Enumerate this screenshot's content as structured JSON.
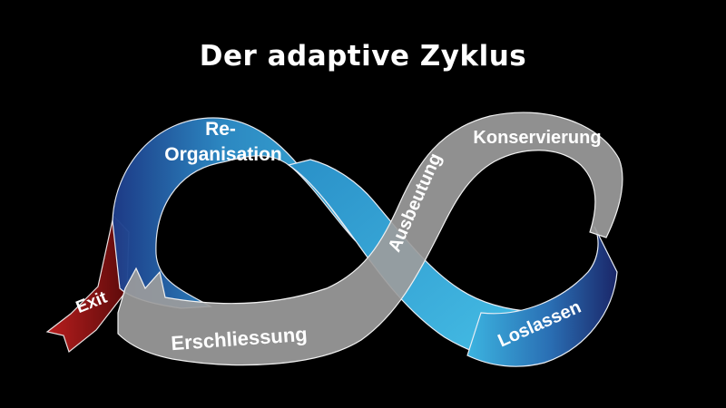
{
  "title": "Der adaptive Zyklus",
  "labels": {
    "reorganisation_line1": "Re-",
    "reorganisation_line2": "Organisation",
    "konservierung": "Konservierung",
    "ausbeutung": "Ausbeutung",
    "exit": "Exit",
    "erschliessung": "Erschliessung",
    "loslassen": "Loslassen"
  },
  "colors": {
    "background": "#000000",
    "blue_band": "#2f9fd0",
    "blue_dark": "#1a2a6a",
    "gray_band": "#9a9a9a",
    "red_exit": "#8a1212"
  }
}
